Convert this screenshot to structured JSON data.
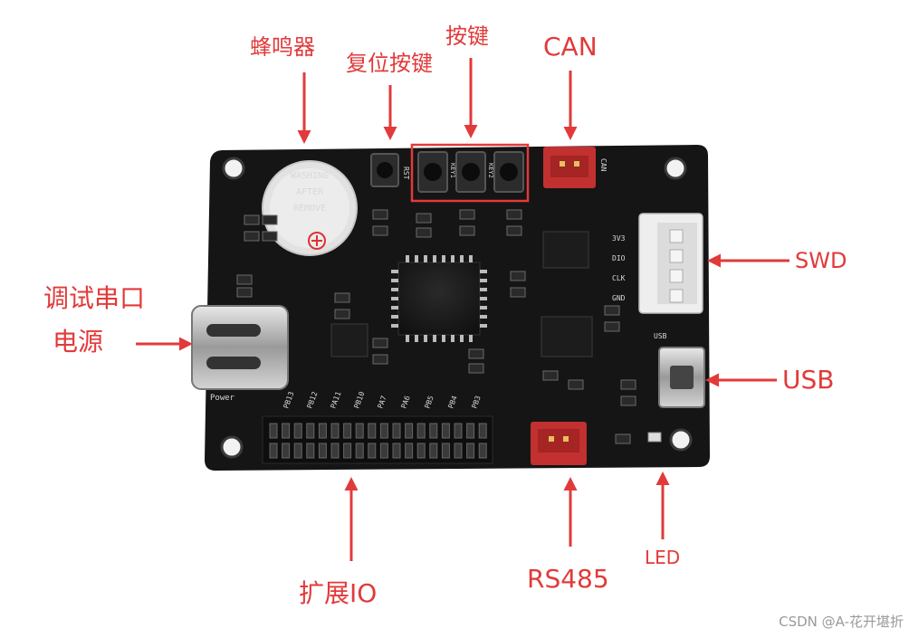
{
  "labels": {
    "buzzer": "蜂鸣器",
    "reset_button": "复位按键",
    "keys": "按键",
    "can": "CAN",
    "swd": "SWD",
    "debug_serial_line1": "调试串口",
    "debug_serial_line2": "电源",
    "usb": "USB",
    "expansion_io": "扩展IO",
    "rs485": "RS485",
    "led": "LED"
  },
  "board_silkscreen": {
    "rst": "RST",
    "key1": "KEY1",
    "key2": "KEY2",
    "can": "CAN",
    "swd_pins": [
      "3V3",
      "DIO",
      "CLK",
      "GND"
    ],
    "usb": "USB",
    "power": "Power",
    "buzzer_sticker": [
      "REMOVE",
      "AFTER",
      "WASHING"
    ],
    "io_pins": [
      "PB13",
      "PB12",
      "PA11",
      "PB10",
      "PA7",
      "PA6",
      "PB5",
      "PB4",
      "PB3"
    ]
  },
  "watermark": "CSDN @A-花开堪折",
  "colors": {
    "annotation": "#e23a3a",
    "board": "#141414",
    "connector_red": "#c23030",
    "connector_white": "#eeeeee"
  }
}
